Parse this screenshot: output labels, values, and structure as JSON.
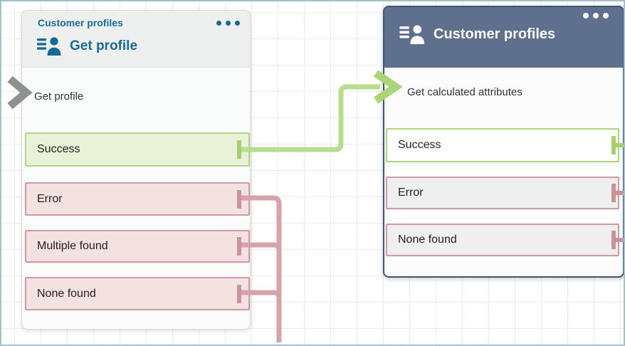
{
  "canvas": {
    "type": "contact-flow-designer-grid",
    "background": "#ffffff",
    "grid_line_color": "#ececec",
    "frame_border_color": "#a3c1cd"
  },
  "colors": {
    "accent_teal": "#176a94",
    "header_dark_blue": "#5e708e",
    "selected_block_border": "#405571",
    "success_fill": "#e9f2d9",
    "success_border": "#b2d687",
    "success_connector": "#b9dc8e",
    "error_fill": "#f4e1e2",
    "error_border": "#cf9aa1",
    "error_connector": "#d8a2aa",
    "entry_arrow_gray": "#8f9090"
  },
  "blocks": [
    {
      "category_label": "Customer profiles",
      "title": "Get profile",
      "step_label": "Get profile",
      "selected": false,
      "outputs": [
        {
          "label": "Success",
          "status": "success",
          "connected": true
        },
        {
          "label": "Error",
          "status": "error",
          "connected": true
        },
        {
          "label": "Multiple found",
          "status": "error",
          "connected": true
        },
        {
          "label": "None found",
          "status": "error",
          "connected": true
        }
      ]
    },
    {
      "title": "Customer profiles",
      "step_label": "Get calculated attributes",
      "selected": true,
      "outputs": [
        {
          "label": "Success",
          "status": "success",
          "connected": false
        },
        {
          "label": "Error",
          "status": "error",
          "connected": false
        },
        {
          "label": "None found",
          "status": "error",
          "connected": false
        }
      ]
    }
  ],
  "connections": [
    {
      "from": "Get profile / Success",
      "to": "Get calculated attributes input",
      "color": "#b9dc8e"
    },
    {
      "from": "Get profile / Error",
      "to": "off-canvas bottom",
      "color": "#d8a2aa"
    },
    {
      "from": "Get profile / Multiple found",
      "to": "off-canvas bottom",
      "color": "#d8a2aa"
    },
    {
      "from": "Get profile / None found",
      "to": "off-canvas bottom",
      "color": "#d8a2aa"
    }
  ]
}
